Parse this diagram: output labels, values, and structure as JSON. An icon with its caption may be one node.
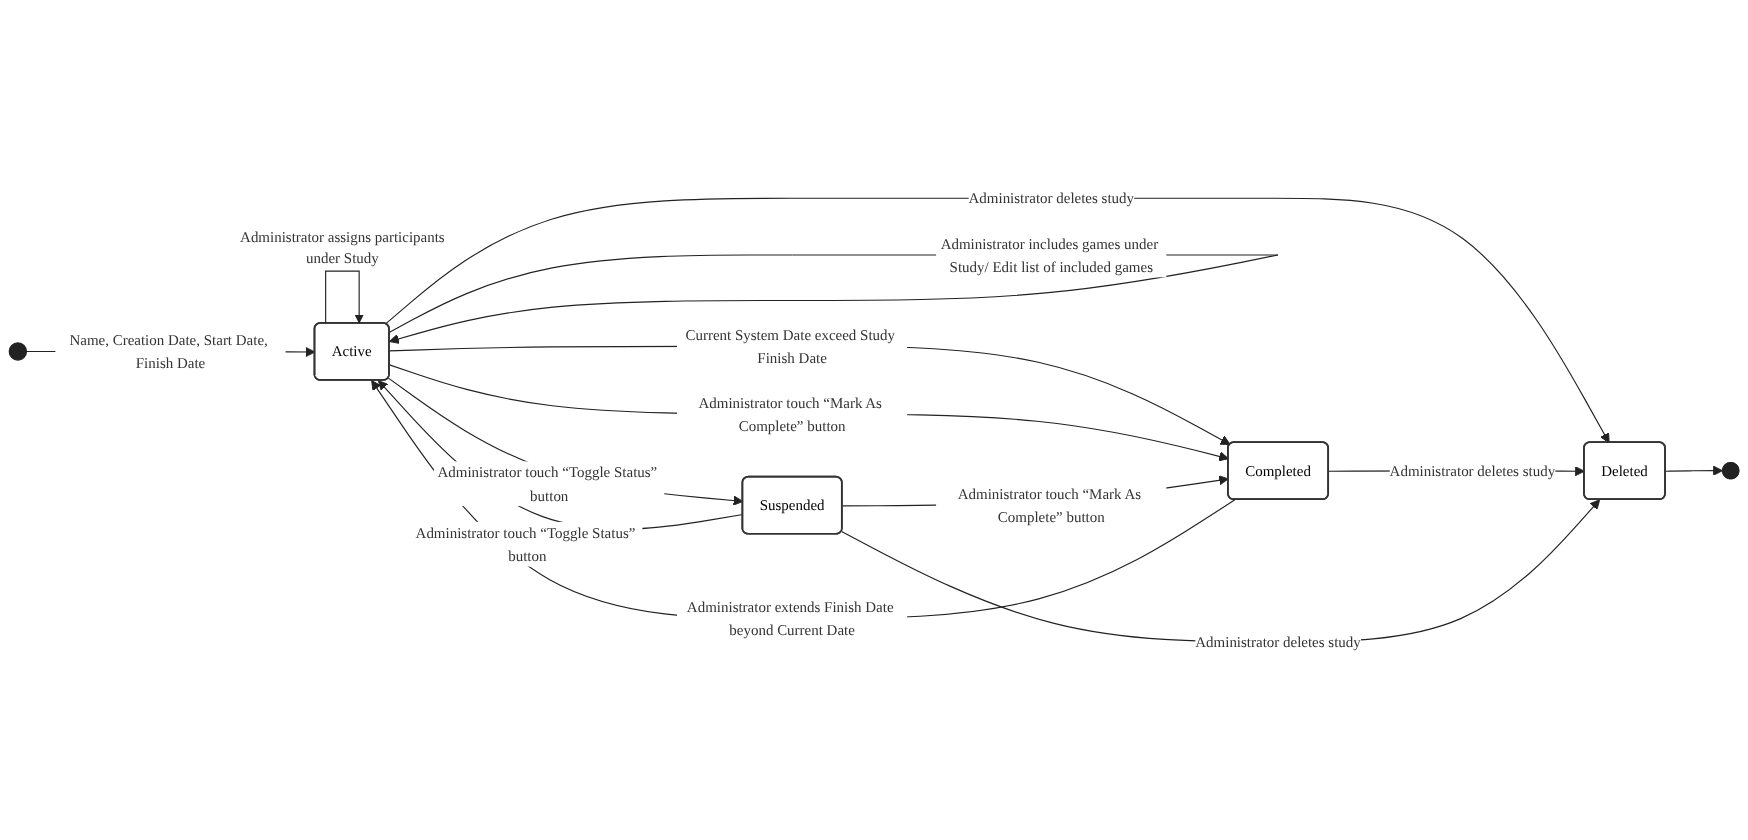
{
  "diagram": {
    "nodes": [
      {
        "text": [],
        "shape": "circle"
      },
      {
        "text": [
          "Active"
        ]
      },
      {
        "text": [
          "Deleted"
        ]
      },
      {
        "text": [
          "Suspended"
        ]
      },
      {
        "text": [
          "Completed"
        ]
      },
      {
        "text": [],
        "shape": "circle"
      }
    ],
    "edges": [
      {
        "from": 0,
        "to": 1,
        "arrow": "to",
        "label": "Name, Creation Date, Start Date, Finish Date"
      },
      {
        "from": 1,
        "to": 1,
        "arrow": "to",
        "label": "Administrator includes games under Study/ Edit list of included games"
      },
      {
        "from": 1,
        "to": 1,
        "arrow": "to",
        "label": "Administrator assigns participants under Study"
      },
      {
        "from": 1,
        "to": 2,
        "arrow": "to",
        "label": "Administrator deletes study"
      },
      {
        "from": 4,
        "to": 1,
        "arrow": "to",
        "label": "Administrator extends Finish Date beyond Current Date"
      },
      {
        "from": 1,
        "to": 4,
        "arrow": "to",
        "label": "Current System Date exceed Study Finish Date"
      },
      {
        "from": 3,
        "to": 1,
        "arrow": "to",
        "label": "Administrator touch “Toggle Status” button"
      },
      {
        "from": 1,
        "to": 3,
        "arrow": "to",
        "label": "Administrator touch “Toggle Status” button"
      },
      {
        "from": 1,
        "to": 4,
        "arrow": "to",
        "label": "Administrator touch “Mark As Complete” button"
      },
      {
        "from": 3,
        "to": 4,
        "arrow": "to",
        "label": "Administrator touch “Mark As Complete” button"
      },
      {
        "from": 4,
        "to": 2,
        "arrow": "to",
        "label": "Administrator deletes study"
      },
      {
        "from": 3,
        "to": 2,
        "arrow": "to",
        "label": "Administrator deletes study"
      },
      {
        "from": 2,
        "to": 5,
        "arrow": "to"
      }
    ]
  }
}
